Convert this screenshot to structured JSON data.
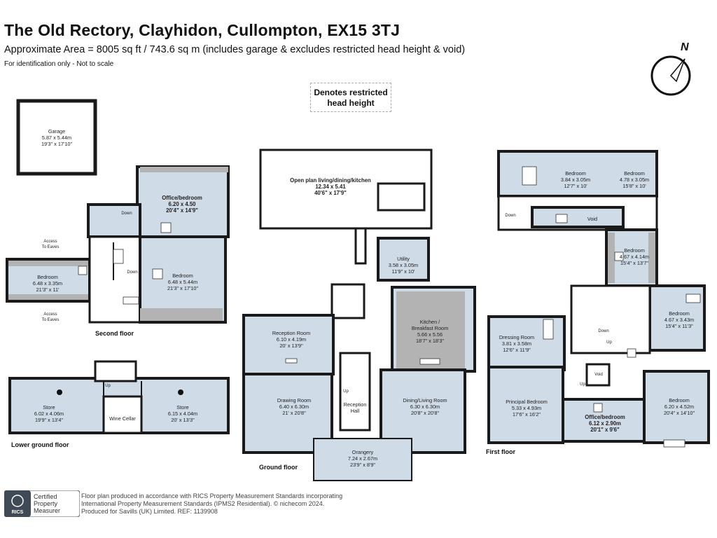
{
  "header": {
    "title": "The Old Rectory, Clayhidon, Cullompton, EX15 3TJ",
    "subtitle": "Approximate Area = 8005 sq ft / 743.6 sq m (includes garage & excludes restricted head height & void)",
    "note": "For identification only - Not to scale"
  },
  "legend": {
    "line1": "Denotes restricted",
    "line2": "head height"
  },
  "compass": {
    "label": "N",
    "icon": "north-arrow-icon"
  },
  "colors": {
    "room_fill": "#cfdbe7",
    "wall": "#1a1a1a",
    "restricted": "#b3b3b3"
  },
  "floors": {
    "second": "Second floor",
    "lower_ground": "Lower ground floor",
    "ground": "Ground floor",
    "first": "First floor"
  },
  "rooms": {
    "garage": {
      "name": "Garage",
      "m": "5.87 x 5.44m",
      "ft": "19'3\" x 17'10\""
    },
    "sf_office": {
      "name": "Office/bedroom",
      "m": "6.20 x 4.50",
      "ft": "20'4\" x 14'9\""
    },
    "sf_bed_left": {
      "name": "Bedroom",
      "m": "6.48 x 3.35m",
      "ft": "21'3\" x 11'"
    },
    "sf_bed_right": {
      "name": "Bedroom",
      "m": "6.48 x 5.44m",
      "ft": "21'3\" x 17'10\""
    },
    "lg_store_left": {
      "name": "Store",
      "m": "6.02 x 4.06m",
      "ft": "19'9\" x 13'4\""
    },
    "lg_wine": {
      "name": "Wine Cellar"
    },
    "lg_store_right": {
      "name": "Store",
      "m": "6.15 x 4.04m",
      "ft": "20' x 13'3\""
    },
    "open_plan": {
      "name": "Open plan living/dining/kitchen",
      "m": "12.34 x 5.41",
      "ft": "40'6\" x 17'9\""
    },
    "utility": {
      "name": "Utility",
      "m": "3.58 x 3.05m",
      "ft": "11'9\" x 10'"
    },
    "kitchen": {
      "name": "Kitchen /",
      "name2": "Breakfast Room",
      "m": "5.66 x 5.56",
      "ft": "18'7\" x 18'3\""
    },
    "reception_room": {
      "name": "Reception Room",
      "m": "6.10 x 4.19m",
      "ft": "20' x 13'9\""
    },
    "drawing": {
      "name": "Drawing Room",
      "m": "6.40 x 6.30m",
      "ft": "21' x 20'8\""
    },
    "reception_hall": {
      "name": "Reception",
      "name2": "Hall"
    },
    "dining": {
      "name": "Dining/Living Room",
      "m": "6.30 x 6.30m",
      "ft": "20'8\" x 20'8\""
    },
    "orangery": {
      "name": "Orangery",
      "m": "7.24 x 2.67m",
      "ft": "23'9\" x 8'9\""
    },
    "ff_bed_a": {
      "name": "Bedroom",
      "m": "3.84 x 3.05m",
      "ft": "12'7\" x 10'"
    },
    "ff_bed_b": {
      "name": "Bedroom",
      "m": "4.78 x 3.05m",
      "ft": "15'8\" x 10'"
    },
    "void": {
      "name": "Void"
    },
    "ff_bed_c": {
      "name": "Bedroom",
      "m": "4.67 x 4.14m",
      "ft": "15'4\" x 13'7\""
    },
    "ff_bed_d": {
      "name": "Bedroom",
      "m": "4.67 x 3.43m",
      "ft": "15'4\" x 11'3\""
    },
    "dressing": {
      "name": "Dressing Room",
      "m": "3.81 x 3.58m",
      "ft": "12'6\" x 11'9\""
    },
    "principal": {
      "name": "Principal Bedroom",
      "m": "5.33 x 4.93m",
      "ft": "17'6\" x 16'2\""
    },
    "ff_office": {
      "name": "Office/bedroom",
      "m": "6.12 x 2.90m",
      "ft": "20'1\" x 9'6\""
    },
    "ff_bed_e": {
      "name": "Bedroom",
      "m": "6.20 x 4.52m",
      "ft": "20'4\" x 14'10\""
    }
  },
  "labels": {
    "down": "Down",
    "up": "Up",
    "access_eaves_1": "Access",
    "access_eaves_2": "To Eaves",
    "void_small": "Void"
  },
  "footer": {
    "badge_line1": "Certified",
    "badge_line2": "Property",
    "badge_line3": "Measurer",
    "badge_org": "RICS",
    "line1": "Floor plan produced in accordance with RICS Property Measurement Standards incorporating",
    "line2": "International Property Measurement Standards (IPMS2 Residential). © nichecom 2024.",
    "line3": "Produced for Savills (UK) Limited.   REF:  1139908"
  }
}
